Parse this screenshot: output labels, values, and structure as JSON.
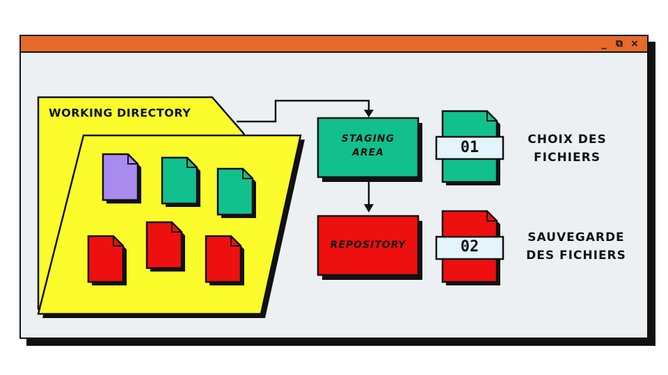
{
  "window": {
    "controls": {
      "minimize": "_",
      "restore": "⧉",
      "close": "×"
    }
  },
  "diagram": {
    "working_directory": {
      "label": "WORKING DIRECTORY",
      "color": "#fcfc2c"
    },
    "files": [
      {
        "color": "#a98aee"
      },
      {
        "color": "#12c08e"
      },
      {
        "color": "#12c08e"
      },
      {
        "color": "#ee0f0f"
      },
      {
        "color": "#ee0f0f"
      },
      {
        "color": "#ee0f0f"
      }
    ],
    "staging_area": {
      "line1": "STAGING",
      "line2": "AREA",
      "color": "#12c08e"
    },
    "repository": {
      "label": "REPOSITORY",
      "color": "#ee0f0f"
    },
    "steps": [
      {
        "number": "01",
        "line1": "CHOIX DES",
        "line2": "FICHIERS",
        "color": "#12c08e"
      },
      {
        "number": "02",
        "line1": "SAUVEGARDE",
        "line2": "DES FICHIERS",
        "color": "#ee0f0f"
      }
    ]
  }
}
